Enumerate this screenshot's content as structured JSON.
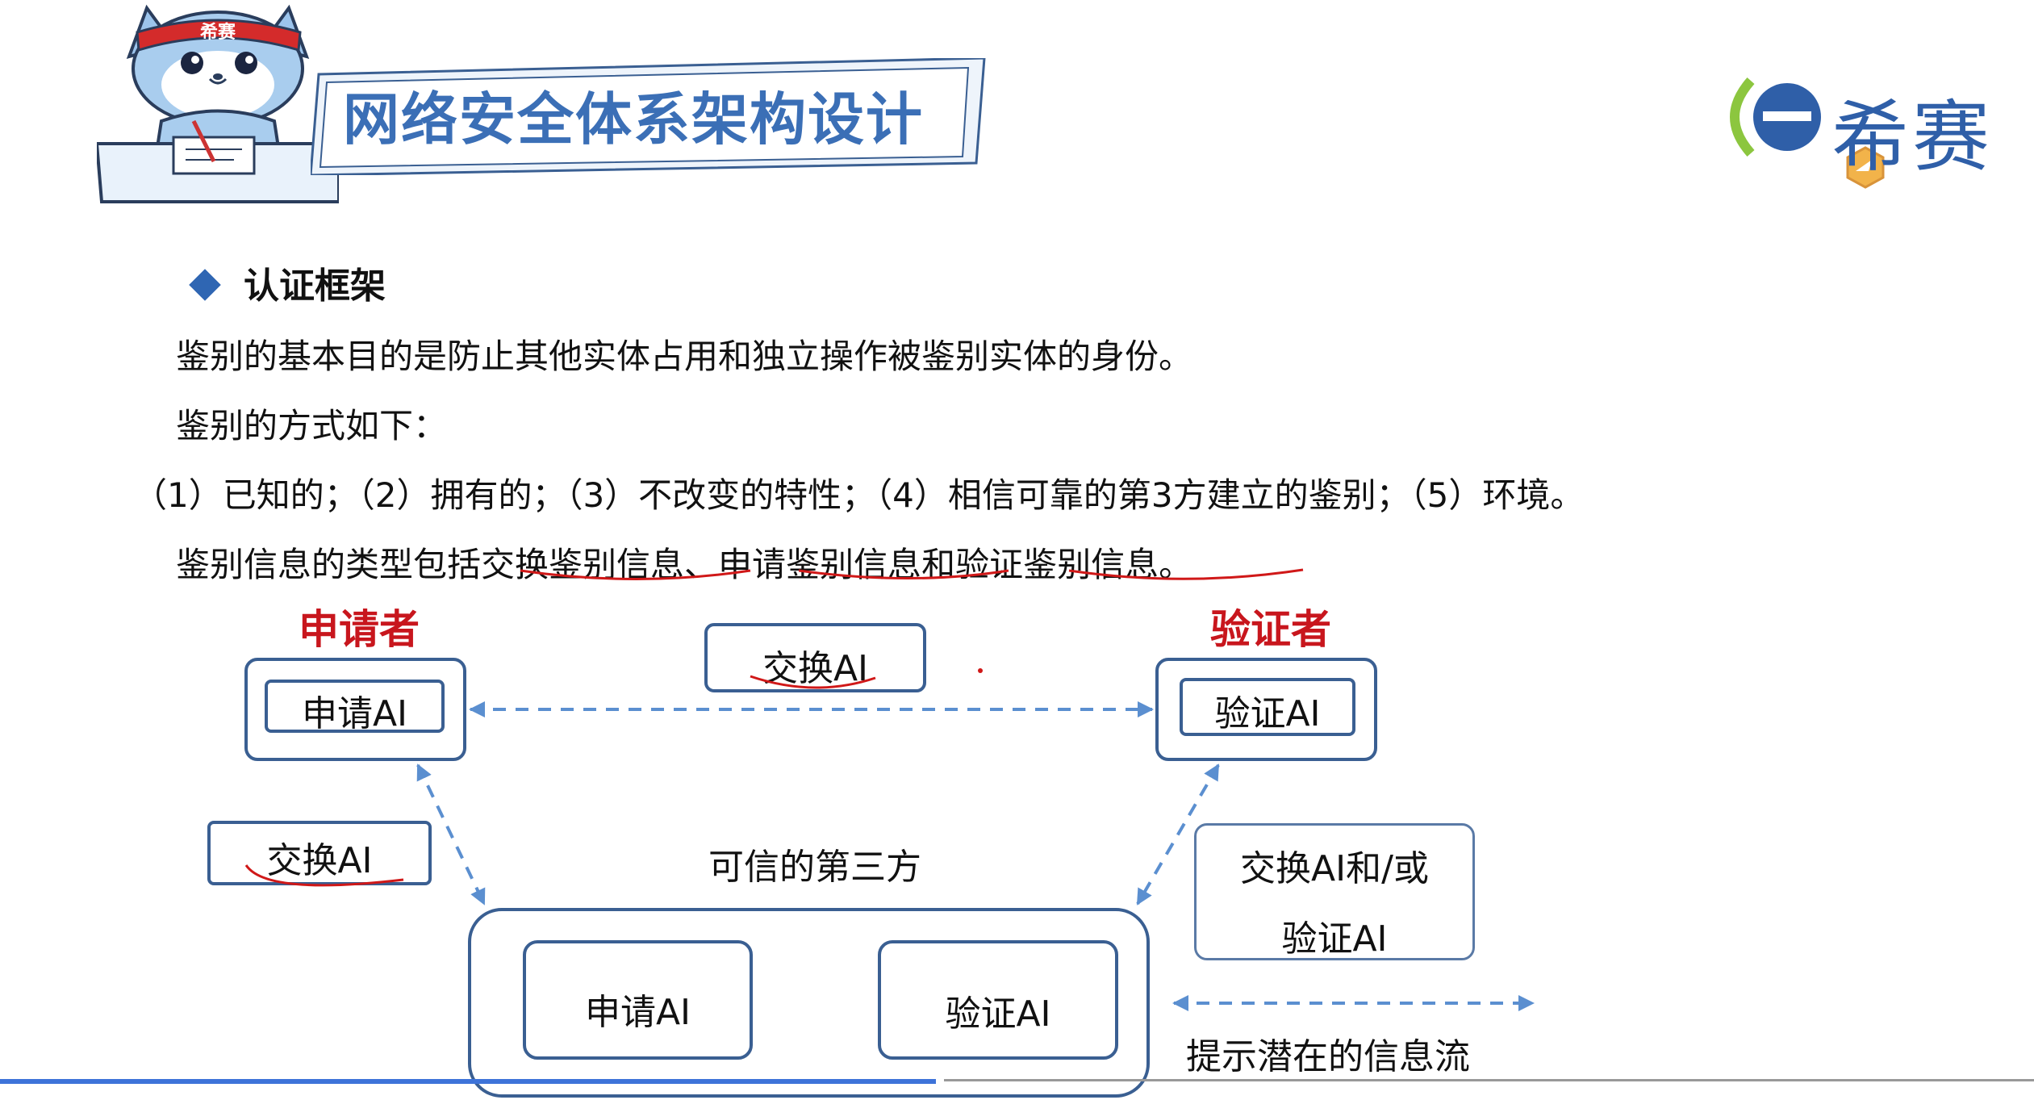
{
  "header": {
    "title": "网络安全体系架构设计",
    "mascot_badge": "希赛",
    "brand_name": "希赛"
  },
  "content": {
    "heading": "认证框架",
    "line1": "鉴别的基本目的是防止其他实体占用和独立操作被鉴别实体的身份。",
    "line2": "鉴别的方式如下：",
    "line3": "（1）已知的；（2）拥有的；（3）不改变的特性；（4）相信可靠的第3方建立的鉴别；（5）环境。",
    "line4_parts": [
      "鉴别信息的类型包括",
      "交换鉴别信息",
      "、",
      "申请鉴别信息",
      "和",
      "验证鉴别信息",
      "。"
    ]
  },
  "diagram": {
    "claimant_label": "申请者",
    "verifier_label": "验证者",
    "claimant_ai": "申请AI",
    "verifier_ai": "验证AI",
    "exchange_top": "交换AI",
    "exchange_left": "交换AI",
    "exchange_right_line1": "交换AI和/或",
    "exchange_right_line2": "验证AI",
    "trusted_third_party": "可信的第三方",
    "ttp_claimant_ai": "申请AI",
    "ttp_verifier_ai": "验证AI",
    "legend_text": "提示潜在的信息流"
  },
  "colors": {
    "title_blue": "#3b6fb6",
    "label_red": "#c8161d",
    "box_border": "#3a5f92",
    "arrow_blue": "#5b8fd0",
    "annotation_red": "#d01818"
  },
  "video_progress_fraction": 0.46
}
